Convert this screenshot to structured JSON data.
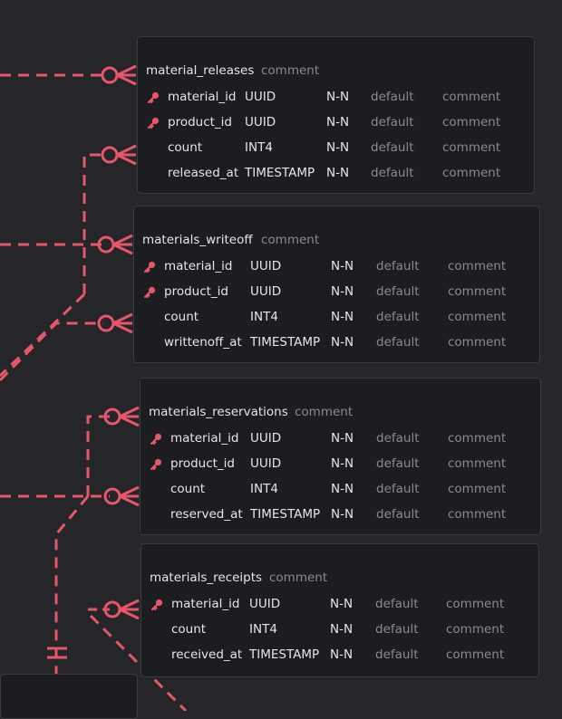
{
  "colors": {
    "relation": "#e8566a",
    "key": "#e8566a"
  },
  "tables": [
    {
      "name": "material_releases",
      "comment": "comment",
      "columns": [
        {
          "name": "material_id",
          "type": "UUID",
          "nullable": "N-N",
          "default": "default",
          "comment": "comment",
          "key": true
        },
        {
          "name": "product_id",
          "type": "UUID",
          "nullable": "N-N",
          "default": "default",
          "comment": "comment",
          "key": true
        },
        {
          "name": "count",
          "type": "INT4",
          "nullable": "N-N",
          "default": "default",
          "comment": "comment",
          "key": false
        },
        {
          "name": "released_at",
          "type": "TIMESTAMP",
          "nullable": "N-N",
          "default": "default",
          "comment": "comment",
          "key": false
        }
      ]
    },
    {
      "name": "materials_writeoff",
      "comment": "comment",
      "columns": [
        {
          "name": "material_id",
          "type": "UUID",
          "nullable": "N-N",
          "default": "default",
          "comment": "comment",
          "key": true
        },
        {
          "name": "product_id",
          "type": "UUID",
          "nullable": "N-N",
          "default": "default",
          "comment": "comment",
          "key": true
        },
        {
          "name": "count",
          "type": "INT4",
          "nullable": "N-N",
          "default": "default",
          "comment": "comment",
          "key": false
        },
        {
          "name": "writtenoff_at",
          "type": "TIMESTAMP",
          "nullable": "N-N",
          "default": "default",
          "comment": "comment",
          "key": false
        }
      ]
    },
    {
      "name": "materials_reservations",
      "comment": "comment",
      "columns": [
        {
          "name": "material_id",
          "type": "UUID",
          "nullable": "N-N",
          "default": "default",
          "comment": "comment",
          "key": true
        },
        {
          "name": "product_id",
          "type": "UUID",
          "nullable": "N-N",
          "default": "default",
          "comment": "comment",
          "key": true
        },
        {
          "name": "count",
          "type": "INT4",
          "nullable": "N-N",
          "default": "default",
          "comment": "comment",
          "key": false
        },
        {
          "name": "reserved_at",
          "type": "TIMESTAMP",
          "nullable": "N-N",
          "default": "default",
          "comment": "comment",
          "key": false
        }
      ]
    },
    {
      "name": "materials_receipts",
      "comment": "comment",
      "columns": [
        {
          "name": "material_id",
          "type": "UUID",
          "nullable": "N-N",
          "default": "default",
          "comment": "comment",
          "key": true
        },
        {
          "name": "count",
          "type": "INT4",
          "nullable": "N-N",
          "default": "default",
          "comment": "comment",
          "key": false
        },
        {
          "name": "received_at",
          "type": "TIMESTAMP",
          "nullable": "N-N",
          "default": "default",
          "comment": "comment",
          "key": false
        }
      ]
    }
  ]
}
